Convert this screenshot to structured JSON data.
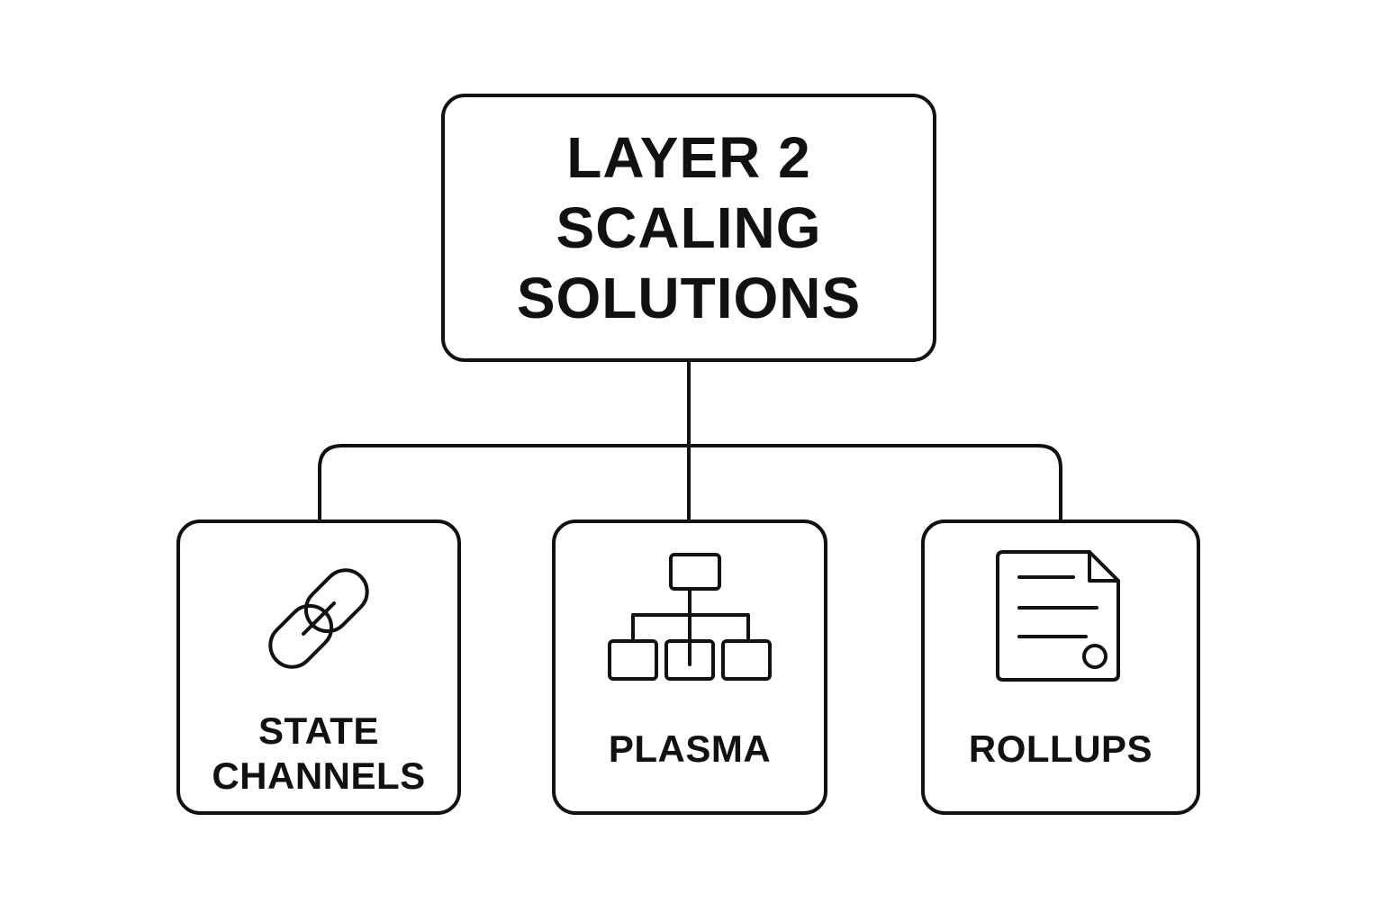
{
  "root": {
    "title_lines": [
      "LAYER 2",
      "SCALING",
      "SOLUTIONS"
    ]
  },
  "children": [
    {
      "label_lines": [
        "STATE",
        "CHANNELS"
      ],
      "icon": "chain-link-icon"
    },
    {
      "label_lines": [
        "PLASMA"
      ],
      "icon": "hierarchy-tree-icon"
    },
    {
      "label_lines": [
        "ROLLUPS"
      ],
      "icon": "document-icon"
    }
  ],
  "colors": {
    "stroke": "#111111",
    "background": "#ffffff"
  }
}
